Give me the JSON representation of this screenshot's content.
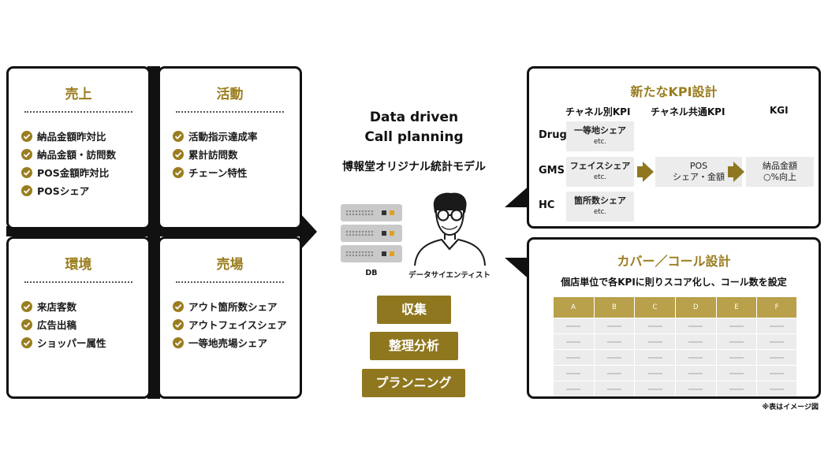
{
  "cards": {
    "sales": {
      "title": "売上",
      "items": [
        "納品金額昨対比",
        "納品金額・訪問数",
        "POS金額昨対比",
        "POSシェア"
      ]
    },
    "activity": {
      "title": "活動",
      "items": [
        "活動指示達成率",
        "累計訪問数",
        "チェーン特性"
      ]
    },
    "environment": {
      "title": "環境",
      "items": [
        "来店客数",
        "広告出稿",
        "ショッパー属性"
      ]
    },
    "storefront": {
      "title": "売場",
      "items": [
        "アウト箇所数シェア",
        "アウトフェイスシェア",
        "一等地売場シェア"
      ]
    }
  },
  "center": {
    "title_line1": "Data driven",
    "title_line2": "Call planning",
    "subtitle": "博報堂オリジナル統計モデル",
    "db_label": "DB",
    "scientist_label": "データサイエンティスト",
    "steps": [
      "収集",
      "整理分析",
      "プランニング"
    ]
  },
  "kpi": {
    "title": "新たなKPI設計",
    "headers": [
      "チャネル別KPI",
      "チャネル共通KPI",
      "KGI"
    ],
    "rows": [
      {
        "label": "Drug",
        "cell": "一等地シェア",
        "note": "etc."
      },
      {
        "label": "GMS",
        "cell": "フェイスシェア",
        "note": "etc."
      },
      {
        "label": "HC",
        "cell": "箇所数シェア",
        "note": "etc."
      }
    ],
    "common_line1": "POS",
    "common_line2": "シェア・金額",
    "kgi_line1": "納品金額",
    "kgi_line2": "○%向上"
  },
  "cover": {
    "title": "カバー／コール設計",
    "subtitle": "個店単位で各KPIに則りスコア化し、コール数を設定",
    "columns": [
      "A",
      "B",
      "C",
      "D",
      "E",
      "F"
    ]
  },
  "note": "※表はイメージ図",
  "colors": {
    "accent": "#9a7d1f",
    "button": "#8f771f",
    "table_header": "#b8a14a",
    "frame": "#111111"
  }
}
